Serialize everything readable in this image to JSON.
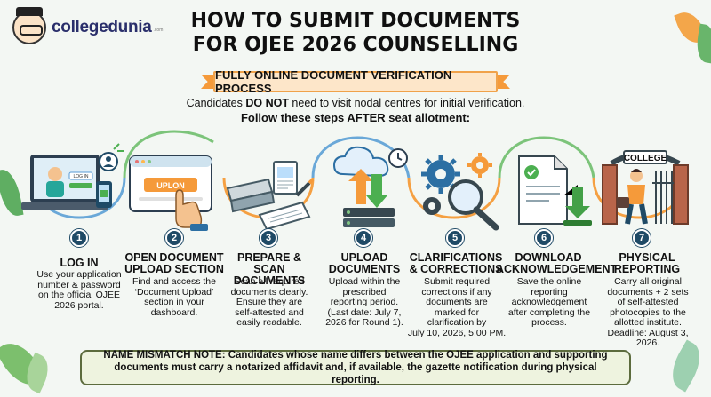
{
  "brand": {
    "name": "collegedunia",
    "suffix": ".com"
  },
  "title": {
    "line1": "HOW TO SUBMIT DOCUMENTS",
    "line2": "FOR OJEE 2026 COUNSELLING"
  },
  "ribbon": "FULLY ONLINE DOCUMENT VERIFICATION PROCESS",
  "subtitle": {
    "pre": "Candidates ",
    "bold": "DO NOT",
    "post": " need to visit nodal centres for initial verification.",
    "line2": "Follow these steps AFTER seat allotment:"
  },
  "icon_labels": {
    "upload_button": "UPLON",
    "login": "LOG IN",
    "college": "COLLEGE"
  },
  "steps": [
    {
      "num": "1",
      "title": [
        "LOG IN"
      ],
      "desc": [
        "Use your application",
        "number & password",
        "on the official OJEE",
        "2026 portal."
      ]
    },
    {
      "num": "2",
      "title": [
        "OPEN DOCUMENT",
        "UPLOAD SECTION"
      ],
      "desc": [
        "Find and access the",
        "‘Document Upload’",
        "section in your",
        "dashboard."
      ]
    },
    {
      "num": "3",
      "title": [
        "PREPARE & SCAN",
        "DOCUMENTS"
      ],
      "desc": [
        "Scan all required",
        "documents clearly.",
        "Ensure they are",
        "self-attested and",
        "easily readable."
      ]
    },
    {
      "num": "4",
      "title": [
        "UPLOAD",
        "DOCUMENTS"
      ],
      "desc": [
        "Upload within the",
        "prescribed",
        "reporting period.",
        "(Last date: July 7,",
        "2026 for Round 1)."
      ]
    },
    {
      "num": "5",
      "title": [
        "CLARIFICATIONS",
        "& CORRECTIONS"
      ],
      "desc": [
        "Submit required",
        "corrections if any",
        "documents are",
        "marked for",
        "clarification by",
        "July 10, 2026, 5:00 PM."
      ]
    },
    {
      "num": "6",
      "title": [
        "DOWNLOAD",
        "ACKNOWLEDGEMENT"
      ],
      "desc": [
        "Save the online",
        "reporting",
        "acknowledgement",
        "after completing the",
        "process."
      ]
    },
    {
      "num": "7",
      "title": [
        "PHYSICAL",
        "REPORTING"
      ],
      "desc": [
        "Carry all original",
        "documents + 2 sets",
        "of self-attested",
        "photocopies to the",
        "allotted institute.",
        "Deadline: August 3, 2026."
      ]
    }
  ],
  "note": {
    "line1": "NAME MISMATCH NOTE: Candidates whose name differs between the OJEE application and supporting",
    "line2": "documents must carry a notarized affidavit and, if available, the gazette notification during physical reporting."
  },
  "colors": {
    "background": "#f3f7f3",
    "ribbon_fill": "#fde6c9",
    "ribbon_border": "#f0a24a",
    "number_badge": "#1f4a66",
    "curve_green": "#7cc47a",
    "curve_orange": "#f5a042",
    "curve_blue": "#6aa8d8",
    "note_border": "#5c6b3d",
    "note_fill": "#eef3df"
  }
}
